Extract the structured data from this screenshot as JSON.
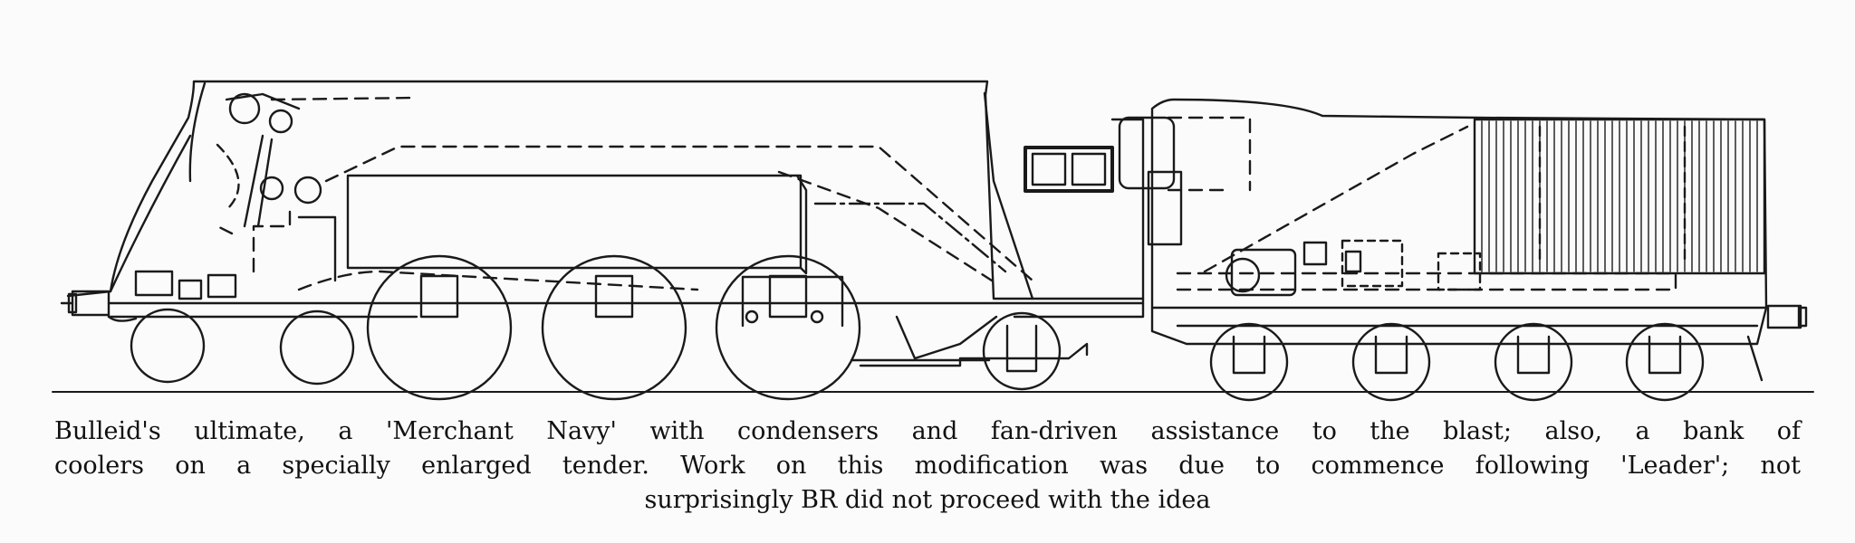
{
  "caption": {
    "line1": "Bulleid's ultimate, a 'Merchant Navy' with condensers and fan-driven assistance to the blast; also, a bank of",
    "line2": "coolers on a specially enlarged tender. Work on this modification was due to commence following 'Leader'; not",
    "line3": "surprisingly BR did not proceed with the idea"
  },
  "colors": {
    "ink": "#111111",
    "paper": "#fbfbfb"
  }
}
